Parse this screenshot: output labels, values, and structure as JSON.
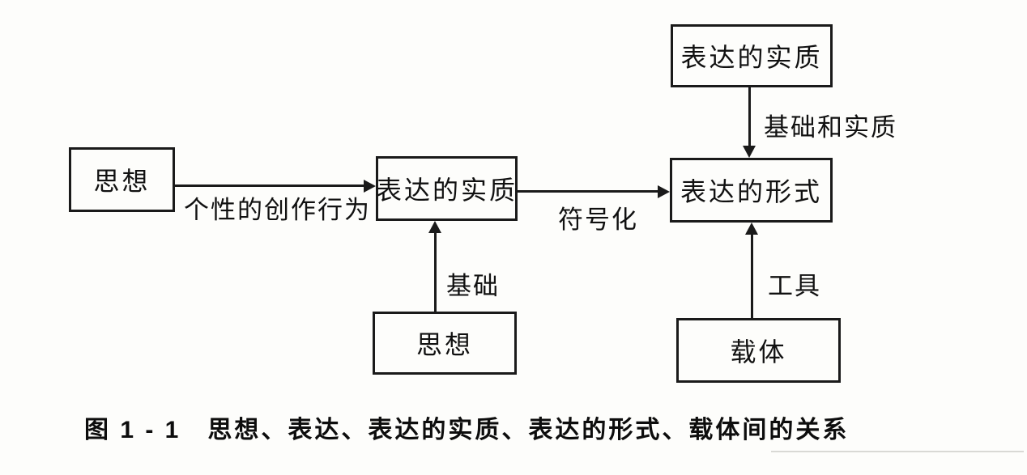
{
  "figure": {
    "nodes": [
      {
        "id": "thought-left",
        "label": "思想"
      },
      {
        "id": "expression-essence-mid",
        "label": "表达的实质"
      },
      {
        "id": "expression-essence-top",
        "label": "表达的实质"
      },
      {
        "id": "expression-form",
        "label": "表达的形式"
      },
      {
        "id": "thought-bottom",
        "label": "思想"
      },
      {
        "id": "carrier",
        "label": "载体"
      }
    ],
    "edges": [
      {
        "from": "thought-left",
        "to": "expression-essence-mid",
        "label": "个性的创作行为"
      },
      {
        "from": "expression-essence-mid",
        "to": "expression-form",
        "label": "符号化"
      },
      {
        "from": "expression-essence-top",
        "to": "expression-form",
        "label": "基础和实质"
      },
      {
        "from": "thought-bottom",
        "to": "expression-essence-mid",
        "label": "基础"
      },
      {
        "from": "carrier",
        "to": "expression-form",
        "label": "工具"
      }
    ],
    "caption": "图 1 - 1　思想、表达、表达的实质、表达的形式、载体间的关系"
  },
  "colors": {
    "ink": "#1a1a1a",
    "paper": "#fdfdfb"
  }
}
